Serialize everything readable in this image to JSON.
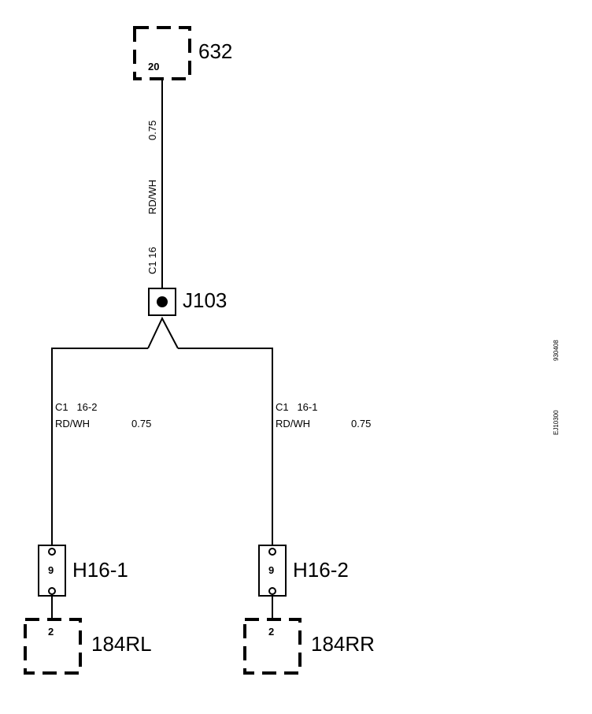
{
  "components": {
    "top": {
      "id": "632",
      "pin": "20"
    },
    "junction": {
      "id": "J103"
    },
    "left_connector": {
      "id": "H16-1",
      "pin": "9"
    },
    "right_connector": {
      "id": "H16-2",
      "pin": "9"
    },
    "left_device": {
      "id": "184RL",
      "pin": "2"
    },
    "right_device": {
      "id": "184RR",
      "pin": "2"
    }
  },
  "wires": {
    "trunk": {
      "gauge": "0.75",
      "color": "RD/WH",
      "circuit": "C1  16"
    },
    "left": {
      "circuit": "C1   16-2",
      "color": "RD/WH",
      "gauge": "0.75"
    },
    "right": {
      "circuit": "C1   16-1",
      "color": "RD/WH",
      "gauge": "0.75"
    }
  },
  "side_codes": [
    "930408",
    "EJ10300"
  ]
}
